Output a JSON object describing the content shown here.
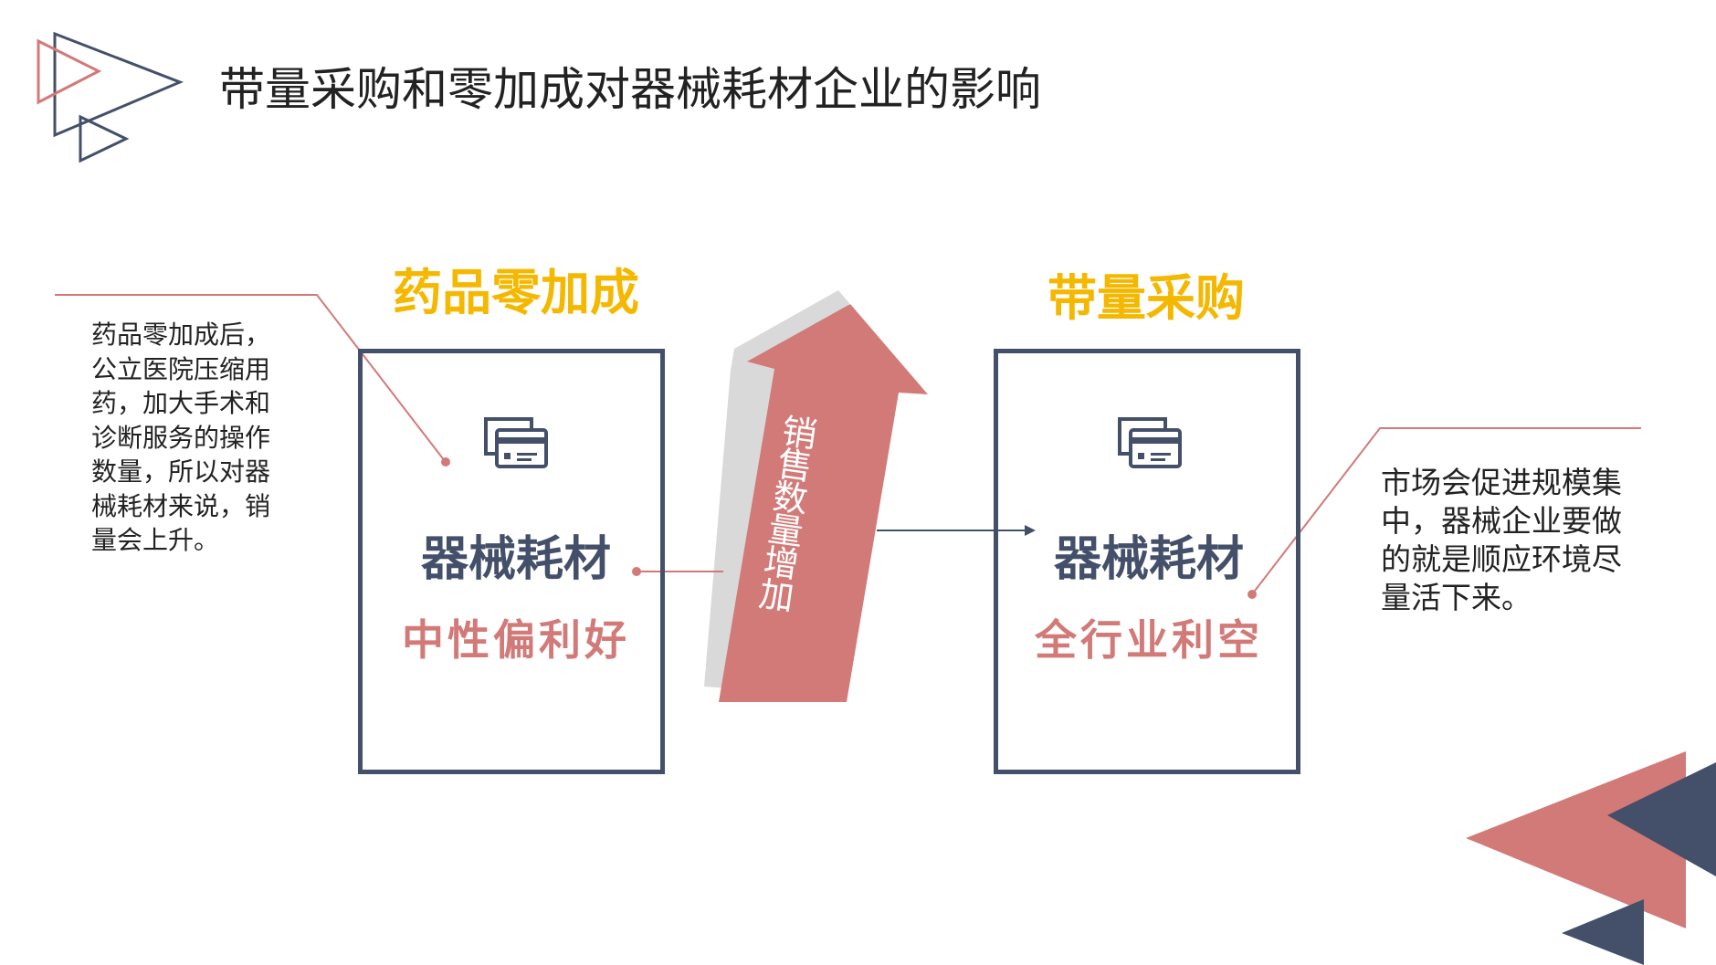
{
  "title": "带量采购和零加成对器械耗材企业的影响",
  "left": {
    "heading": "药品零加成",
    "icon": "credit-card-icon",
    "name": "器械耗材",
    "effect": "中性偏利好",
    "note": [
      "药品零加成后，",
      "公立医院压缩用",
      "药，加大手术和",
      "诊断服务的操作",
      "数量，所以对器",
      "械耗材来说，销",
      "量会上升。"
    ]
  },
  "right": {
    "heading": "带量采购",
    "icon": "credit-card-icon",
    "name": "器械耗材",
    "effect": "全行业利空",
    "note": [
      "市场会促进规模集",
      "中，器械企业要做",
      "的就是顺应环境尽",
      "量活下来。"
    ]
  },
  "arrow_label": "销售数量增加",
  "colors": {
    "accent_red": "#d27a78",
    "navy": "#44506a",
    "gold": "#f5b800"
  }
}
